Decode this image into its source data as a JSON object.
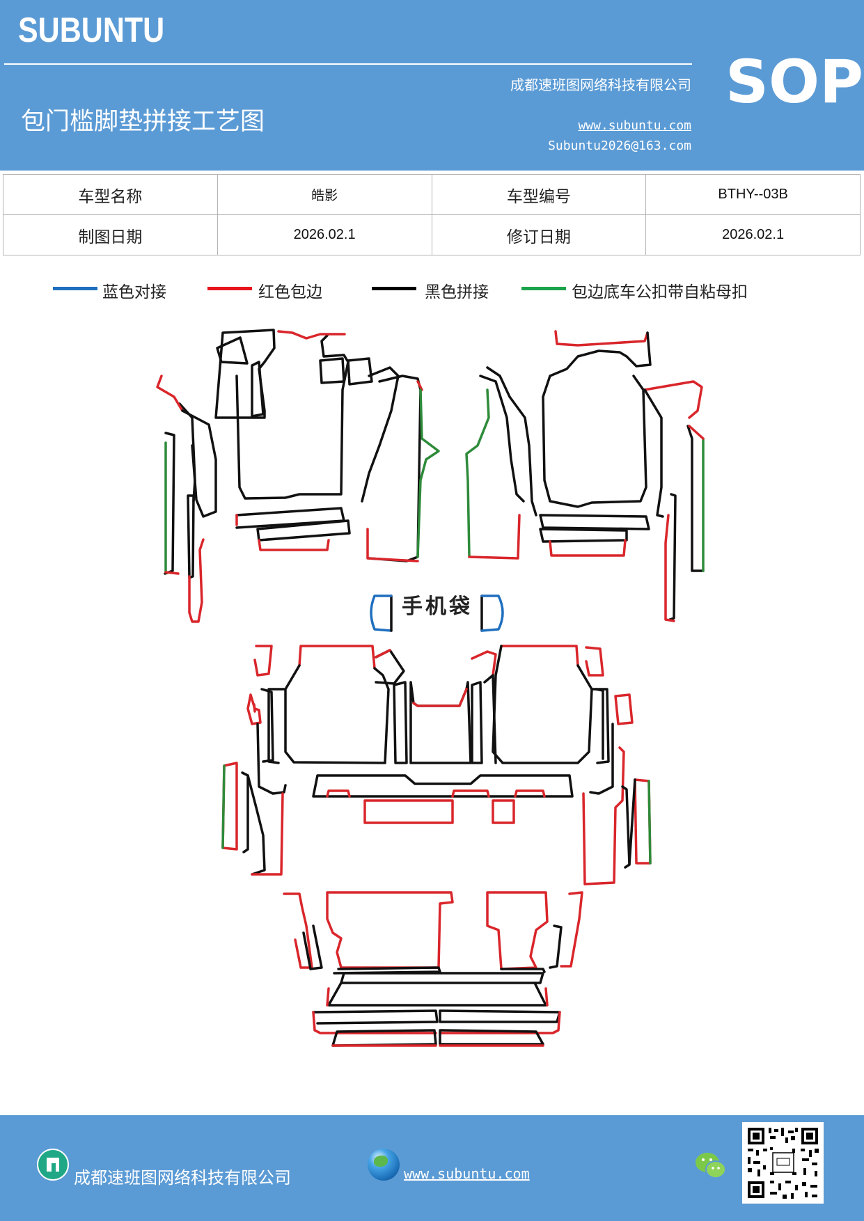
{
  "header": {
    "brand": "SUBUNTU",
    "company": "成都速班图网络科技有限公司",
    "title": "包门槛脚垫拼接工艺图",
    "website": "www.subuntu.com",
    "email": "Subuntu2026@163.com",
    "sop": "SOP"
  },
  "info_table": {
    "model_name_label": "车型名称",
    "model_name": "皓影",
    "model_code_label": "车型编号",
    "model_code": "BTHY--03B",
    "draw_date_label": "制图日期",
    "draw_date": "2026.02.1",
    "revise_date_label": "修订日期",
    "revise_date": "2026.02.1"
  },
  "legend": [
    {
      "label": "蓝色对接",
      "color": "#1f6fbf"
    },
    {
      "label": "红色包边",
      "color": "#e8141c"
    },
    {
      "label": "黑色拼接",
      "color": "#000000"
    },
    {
      "label": "包边底车公扣带自粘母扣",
      "color": "#1aa34a"
    }
  ],
  "diagram": {
    "phone_pocket_label": "手机袋",
    "colors": {
      "blue": "#1f6fbf",
      "red": "#d9262b",
      "black": "#111111",
      "green": "#2e8b3a"
    }
  },
  "footer": {
    "company": "成都速班图网络科技有限公司",
    "website": "www.subuntu.com",
    "icons": [
      "building-icon",
      "globe-icon",
      "wechat-icon",
      "qr-code"
    ]
  }
}
